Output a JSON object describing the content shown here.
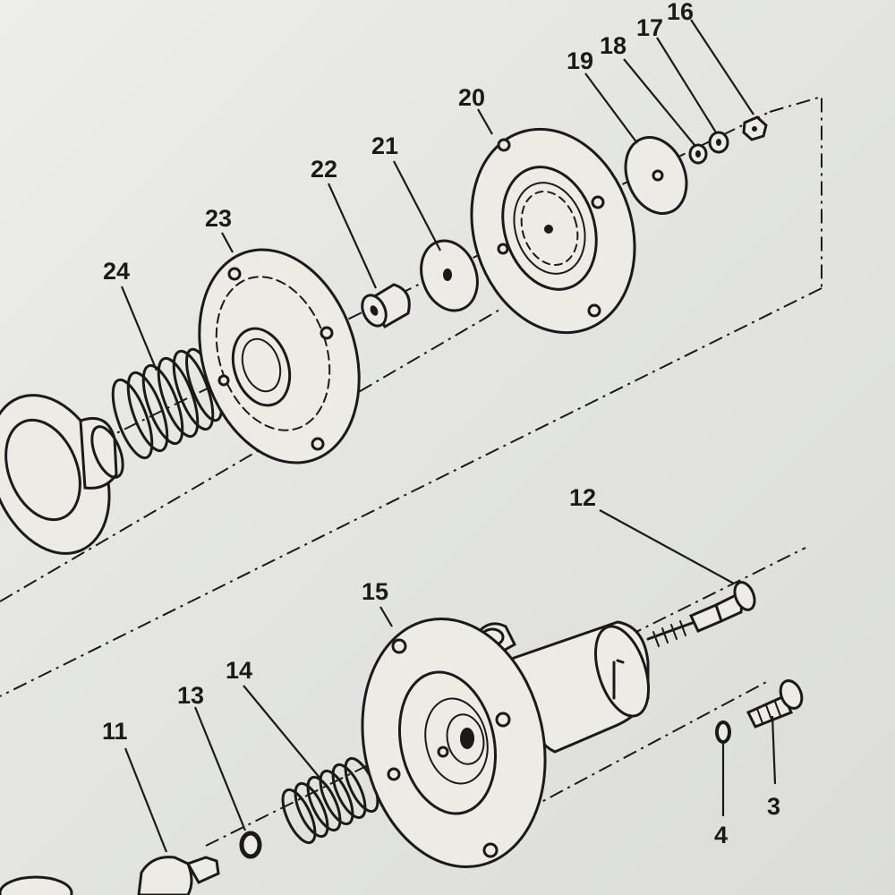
{
  "callouts": {
    "c3": "3",
    "c4": "4",
    "c11": "11",
    "c12": "12",
    "c13": "13",
    "c14": "14",
    "c15": "15",
    "c16": "16",
    "c17": "17",
    "c18": "18",
    "c19": "19",
    "c20": "20",
    "c21": "21",
    "c22": "22",
    "c23": "23",
    "c24": "24"
  },
  "colors": {
    "ink": "#1a1a1a",
    "paper": "#e6e7e4"
  }
}
